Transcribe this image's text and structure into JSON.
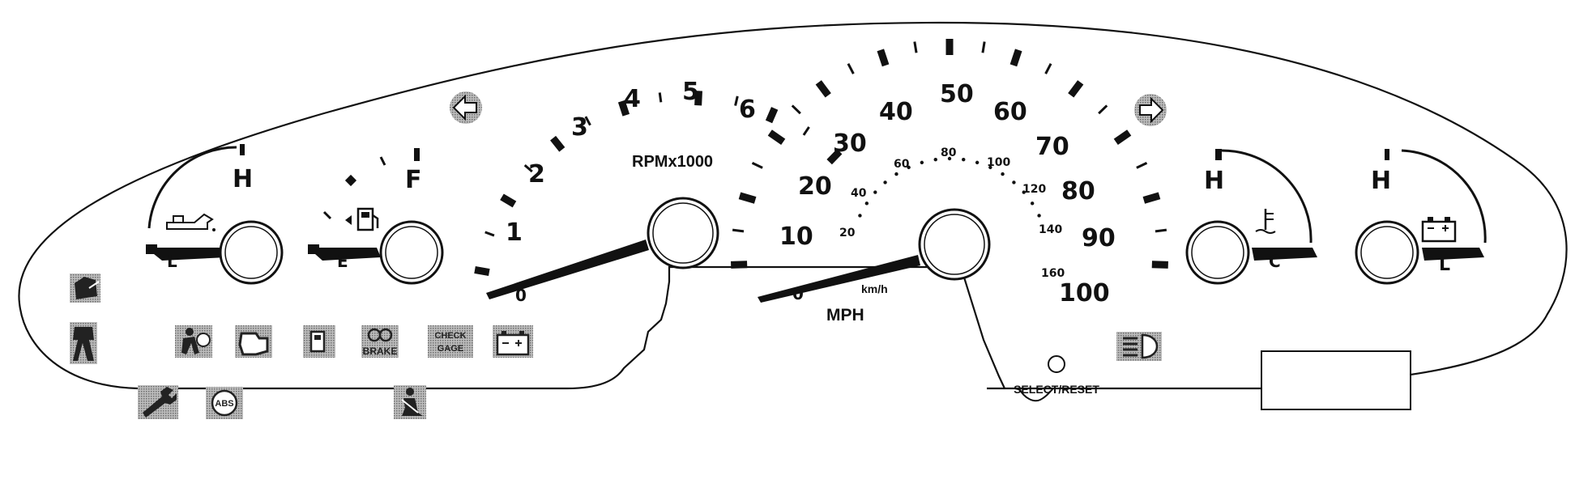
{
  "tachometer": {
    "label": "RPMx1000",
    "numerals": [
      "1",
      "2",
      "3",
      "4",
      "5",
      "6"
    ],
    "zero_mark": "0"
  },
  "speedometer": {
    "unit_label": "MPH",
    "mph_numerals": [
      "10",
      "20",
      "30",
      "40",
      "50",
      "60",
      "70",
      "80",
      "90",
      "100"
    ],
    "zero_mark": "0",
    "kmh_label": "km/h",
    "kmh_numerals": [
      "20",
      "40",
      "60",
      "80",
      "100",
      "120",
      "140",
      "160"
    ]
  },
  "oil_gauge": {
    "high": "H",
    "low": "L",
    "icon": "oil-can-icon"
  },
  "fuel_gauge": {
    "full": "F",
    "empty": "E",
    "icon": "fuel-pump-icon"
  },
  "temp_gauge": {
    "high": "H",
    "low": "C",
    "icon": "coolant-thermometer-icon"
  },
  "battery_gauge": {
    "high": "H",
    "low": "L",
    "icon": "battery-icon"
  },
  "turn_signals": {
    "left": "left-arrow-icon",
    "right": "right-arrow-icon"
  },
  "warning_lights": {
    "brake_label": "BRAKE",
    "check_gage_line1": "CHECK",
    "check_gage_line2": "GAGE",
    "abs_label": "ABS"
  },
  "trip_control": {
    "select_reset_label": "SELECT/RESET"
  },
  "colors": {
    "outline": "#111111",
    "indicator_fill": "#9a9a9a",
    "background": "#ffffff"
  }
}
